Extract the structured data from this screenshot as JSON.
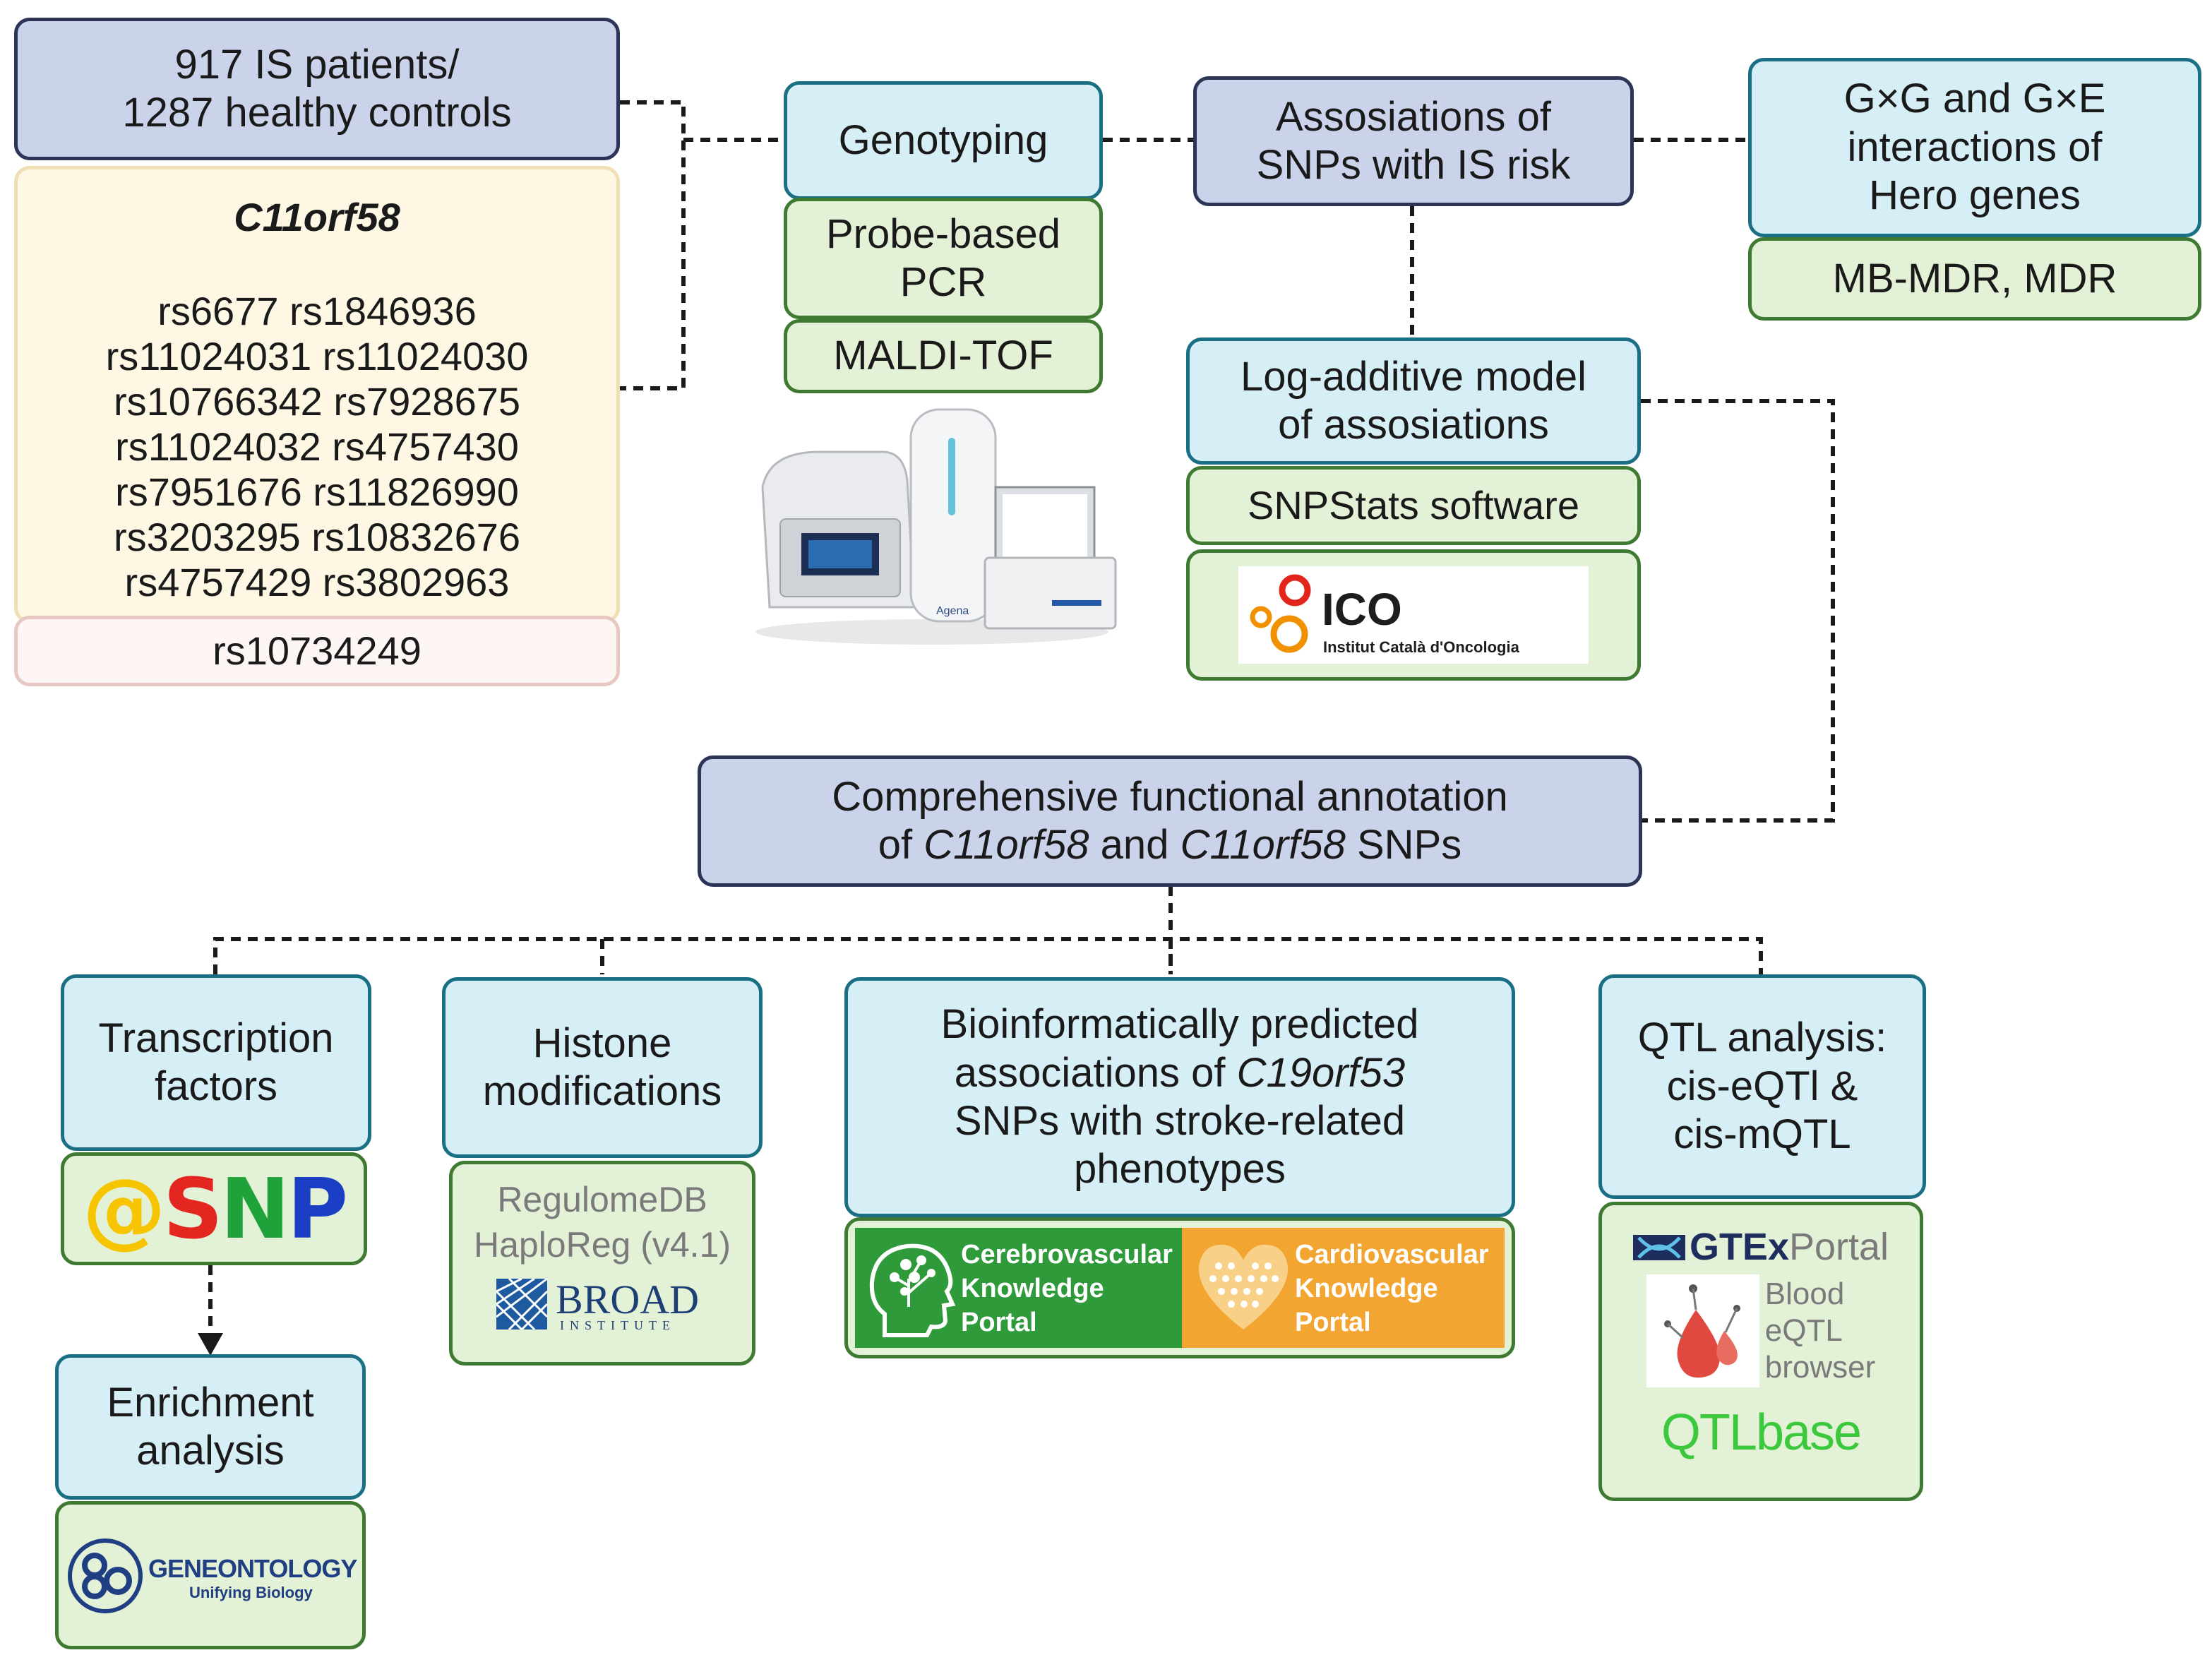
{
  "patients": {
    "line1": "917 IS patients/",
    "line2": "1287 healthy controls"
  },
  "snps": {
    "gene": "C11orf58",
    "rows": [
      "rs6677 rs1846936",
      "rs11024031 rs11024030",
      "rs10766342 rs7928675",
      "rs11024032 rs4757430",
      "rs7951676 rs11826990",
      "rs3203295 rs10832676",
      "rs4757429 rs3802963"
    ],
    "extra": "rs10734249"
  },
  "genotyping": {
    "title": "Genotyping",
    "method1_line1": "Probe-based",
    "method1_line2": "PCR",
    "method2": "MALDI-TOF",
    "instrument_label": "Agena"
  },
  "association": {
    "line1": "Assosiations of",
    "line2": "SNPs with IS risk"
  },
  "interactions": {
    "line1": "G×G and G×E",
    "line2": "interactions of",
    "line3": "Hero genes",
    "tools": "MB-MDR, MDR"
  },
  "model": {
    "line1": "Log-additive model",
    "line2": "of assosiations",
    "software": "SNPStats software",
    "ico_logo": "ICO",
    "ico_sub": "Institut Català d'Oncologia"
  },
  "annotation": {
    "line1": "Comprehensive functional annotation",
    "line2_pre": "of ",
    "gene1": "C11orf58",
    "line2_mid": " and ",
    "gene2": "C11orf58",
    "line2_post": " SNPs"
  },
  "tf": {
    "line1": "Transcription",
    "line2": "factors",
    "logo_at": "@",
    "logo_s": "S",
    "logo_n": "N",
    "logo_p": "P"
  },
  "enrichment": {
    "line1": "Enrichment",
    "line2": "analysis",
    "go_logo": "GENEONTOLOGY",
    "go_sub": "Unifying Biology"
  },
  "histone": {
    "line1": "Histone",
    "line2": "modifications",
    "tool1": "RegulomeDB",
    "tool2": "HaploReg (v4.1)",
    "broad": "BROAD",
    "broad_sub": "INSTITUTE"
  },
  "bioinfo": {
    "line1": "Bioinformatically predicted",
    "line2_pre": "associations of ",
    "gene": "C19orf53",
    "line3": "SNPs with stroke-related",
    "line4": "phenotypes",
    "portal1": [
      "Cerebrovascular",
      "Knowledge",
      "Portal"
    ],
    "portal2": [
      "Cardiovascular",
      "Knowledge",
      "Portal"
    ]
  },
  "qtl": {
    "line1": "QTL analysis:",
    "line2": "cis-eQTl &",
    "line3": "cis-mQTL",
    "gtex": "GTEx",
    "gtex_portal": "Portal",
    "blood": [
      "Blood",
      "eQTL",
      "browser"
    ],
    "qtlbase": "QTLbase"
  },
  "colors": {
    "navy_fill": "#cbd3ea",
    "cyan_fill": "#d6eef6",
    "green_fill": "#e3f1d6",
    "cream_fill": "#fdf7e3",
    "cerebro_green": "#2f9a3a",
    "cardio_orange": "#f2a531"
  }
}
